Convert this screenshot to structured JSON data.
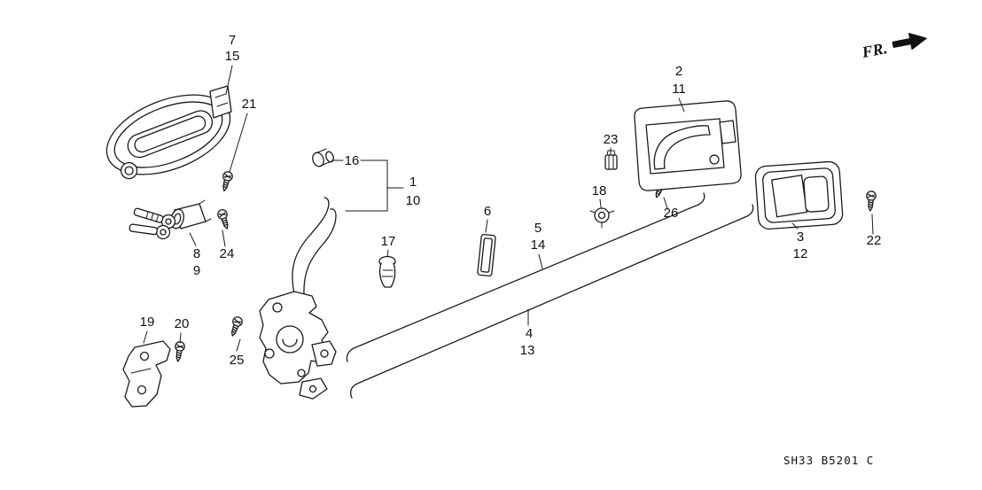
{
  "diagram": {
    "fr_label": "FR.",
    "part_code": "SH33 B5201 C",
    "background_color": "#ffffff",
    "line_color": "#1a1a1a"
  },
  "callouts": [
    {
      "text": "7"
    },
    {
      "text": "15"
    },
    {
      "text": "21"
    },
    {
      "text": "16"
    },
    {
      "text": "1"
    },
    {
      "text": "10"
    },
    {
      "text": "2"
    },
    {
      "text": "11"
    },
    {
      "text": "23"
    },
    {
      "text": "18"
    },
    {
      "text": "26"
    },
    {
      "text": "3"
    },
    {
      "text": "12"
    },
    {
      "text": "22"
    },
    {
      "text": "6"
    },
    {
      "text": "5"
    },
    {
      "text": "14"
    },
    {
      "text": "17"
    },
    {
      "text": "8"
    },
    {
      "text": "9"
    },
    {
      "text": "24"
    },
    {
      "text": "4"
    },
    {
      "text": "13"
    },
    {
      "text": "19"
    },
    {
      "text": "20"
    },
    {
      "text": "25"
    }
  ]
}
